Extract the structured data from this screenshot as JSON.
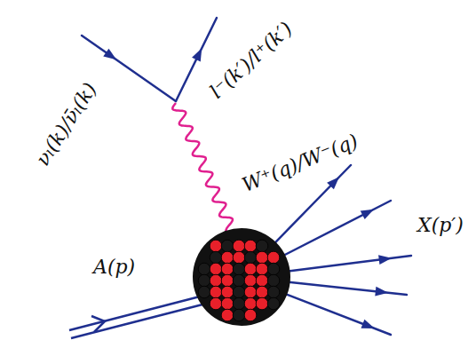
{
  "diagram": {
    "labels": [
      "νₗ(k)/ν̄ₗ(k)",
      "l⁻(k′)/l⁺(k′)",
      "W⁺(q)/W⁻(q)",
      "X(p′)",
      "A(p)"
    ]
  }
}
